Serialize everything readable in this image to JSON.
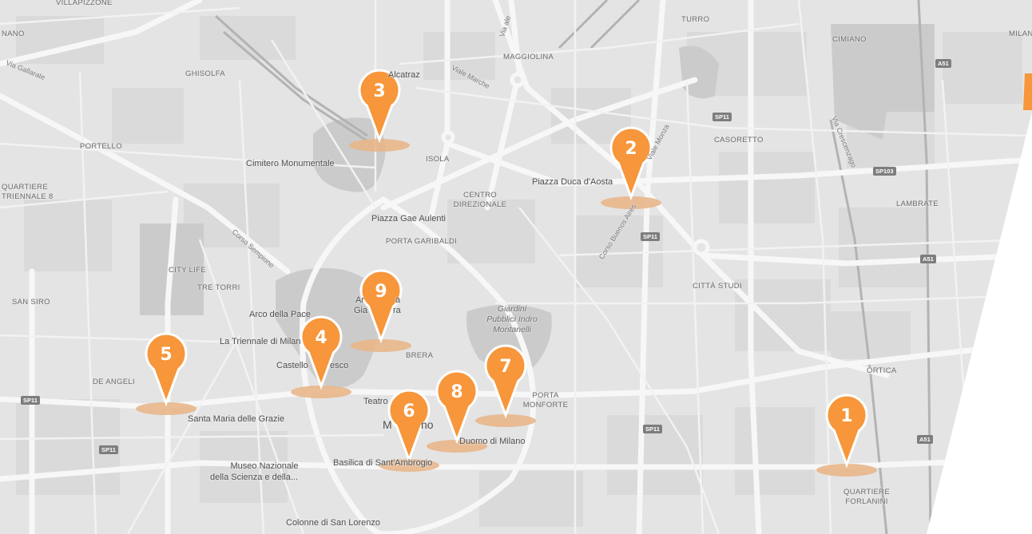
{
  "district_labels": [
    {
      "id": "villapizzone",
      "text": "VILLAPIZZONE"
    },
    {
      "id": "nano",
      "text": "NANO"
    },
    {
      "id": "ghisolfa",
      "text": "GHISOLFA"
    },
    {
      "id": "maggiolina",
      "text": "MAGGIOLINA"
    },
    {
      "id": "turro",
      "text": "TURRO"
    },
    {
      "id": "cimiano",
      "text": "CIMIANO"
    },
    {
      "id": "milan",
      "text": "MILAN"
    },
    {
      "id": "portello",
      "text": "PORTELLO"
    },
    {
      "id": "isola",
      "text": "ISOLA"
    },
    {
      "id": "casoretto",
      "text": "CASORETTO"
    },
    {
      "id": "quartiere-line1",
      "text": "QUARTIERE"
    },
    {
      "id": "quartiere-line2",
      "text": "TRIENNALE 8"
    },
    {
      "id": "centro-line1",
      "text": "CENTRO"
    },
    {
      "id": "centro-line2",
      "text": "DIREZIONALE"
    },
    {
      "id": "lambrate",
      "text": "LAMBRATE"
    },
    {
      "id": "porta-garibaldi",
      "text": "PORTA GARIBALDI"
    },
    {
      "id": "city-life",
      "text": "CITY LIFE"
    },
    {
      "id": "tre-torri",
      "text": "TRE TORRI"
    },
    {
      "id": "san-siro",
      "text": "SAN SIRO"
    },
    {
      "id": "citta-studi",
      "text": "CITTÀ STUDI"
    },
    {
      "id": "brera",
      "text": "BRERA"
    },
    {
      "id": "de-angeli",
      "text": "DE ANGELI"
    },
    {
      "id": "ortica",
      "text": "ORTICA"
    },
    {
      "id": "porta-monforte-line1",
      "text": "PORTA"
    },
    {
      "id": "porta-monforte-line2",
      "text": "MONFORTE"
    },
    {
      "id": "forlanini-line1",
      "text": "QUARTIERE"
    },
    {
      "id": "forlanini-line2",
      "text": "FORLANINI"
    }
  ],
  "poi_labels": [
    {
      "id": "alcatraz",
      "text": "Alcatraz"
    },
    {
      "id": "cimitero",
      "text": "Cimitero Monumentale"
    },
    {
      "id": "piazza-duca",
      "text": "Piazza Duca d'Aosta"
    },
    {
      "id": "gae-aulenti",
      "text": "Piazza Gae Aulenti"
    },
    {
      "id": "arco-pace",
      "text": "Arco della Pace"
    },
    {
      "id": "arena-line1",
      "text": "Ar"
    },
    {
      "id": "arena-line2",
      "text": "a"
    },
    {
      "id": "arena-line3",
      "text": "Gia"
    },
    {
      "id": "arena-line4",
      "text": "ra"
    },
    {
      "id": "triennale",
      "text": "La Triennale di Milan"
    },
    {
      "id": "castello-a",
      "text": "Castello"
    },
    {
      "id": "castello-b",
      "text": "esco"
    },
    {
      "id": "teatro",
      "text": "Teatro"
    },
    {
      "id": "milano-a",
      "text": "M"
    },
    {
      "id": "milano-b",
      "text": "no"
    },
    {
      "id": "duomo",
      "text": "Duomo di Milano"
    },
    {
      "id": "santa-maria",
      "text": "Santa Maria delle Grazie"
    },
    {
      "id": "museo-line1",
      "text": "Museo Nazionale"
    },
    {
      "id": "museo-line2",
      "text": "della Scienza e della..."
    },
    {
      "id": "basilica",
      "text": "Basilica di Sant'Ambrogio"
    },
    {
      "id": "colonne",
      "text": "Colonne di San Lorenzo"
    }
  ],
  "park_labels": [
    {
      "id": "giardini-line1",
      "text": "Giardini"
    },
    {
      "id": "giardini-line2",
      "text": "Pubblici Indro"
    },
    {
      "id": "giardini-line3",
      "text": "Montanelli"
    }
  ],
  "street_labels": [
    {
      "id": "viale-marche",
      "text": "Viale Marche"
    },
    {
      "id": "via-gallarate",
      "text": "Via Gallarate"
    },
    {
      "id": "viale-monza",
      "text": "Viale Monza"
    },
    {
      "id": "via-ale",
      "text": "Via ale"
    },
    {
      "id": "corso-sempione",
      "text": "Corso Sempione"
    },
    {
      "id": "corso-buenos",
      "text": "Corso Buenos Aires"
    },
    {
      "id": "via-crescenzago",
      "text": "Via Crescenzago"
    }
  ],
  "road_shields": [
    {
      "id": "sp11-a",
      "text": "SP11"
    },
    {
      "id": "sp11-b",
      "text": "SP11"
    },
    {
      "id": "sp11-c",
      "text": "SP11"
    },
    {
      "id": "sp11-d",
      "text": "SP11"
    },
    {
      "id": "sp11-e",
      "text": "SP11"
    },
    {
      "id": "sp103",
      "text": "SP103"
    },
    {
      "id": "a51-a",
      "text": "A51"
    },
    {
      "id": "a51-b",
      "text": "A51"
    },
    {
      "id": "a51-c",
      "text": "A51"
    }
  ],
  "markers": [
    {
      "label": "1",
      "color": "#F7963A"
    },
    {
      "label": "2",
      "color": "#F7963A"
    },
    {
      "label": "3",
      "color": "#F7963A"
    },
    {
      "label": "4",
      "color": "#F7963A"
    },
    {
      "label": "5",
      "color": "#F7963A"
    },
    {
      "label": "6",
      "color": "#F7963A"
    },
    {
      "label": "7",
      "color": "#F7963A"
    },
    {
      "label": "8",
      "color": "#F7963A"
    },
    {
      "label": "9",
      "color": "#F7963A"
    }
  ],
  "colors": {
    "map_land": "#e4e4e4",
    "map_block": "#d9d9d9",
    "map_park": "#cbcbcb",
    "map_road": "#f7f7f7",
    "map_rail": "#b5b5b5",
    "marker_orange": "#F7963A",
    "marker_shadow": "#E8B68A",
    "page_background": "#ffffff"
  }
}
